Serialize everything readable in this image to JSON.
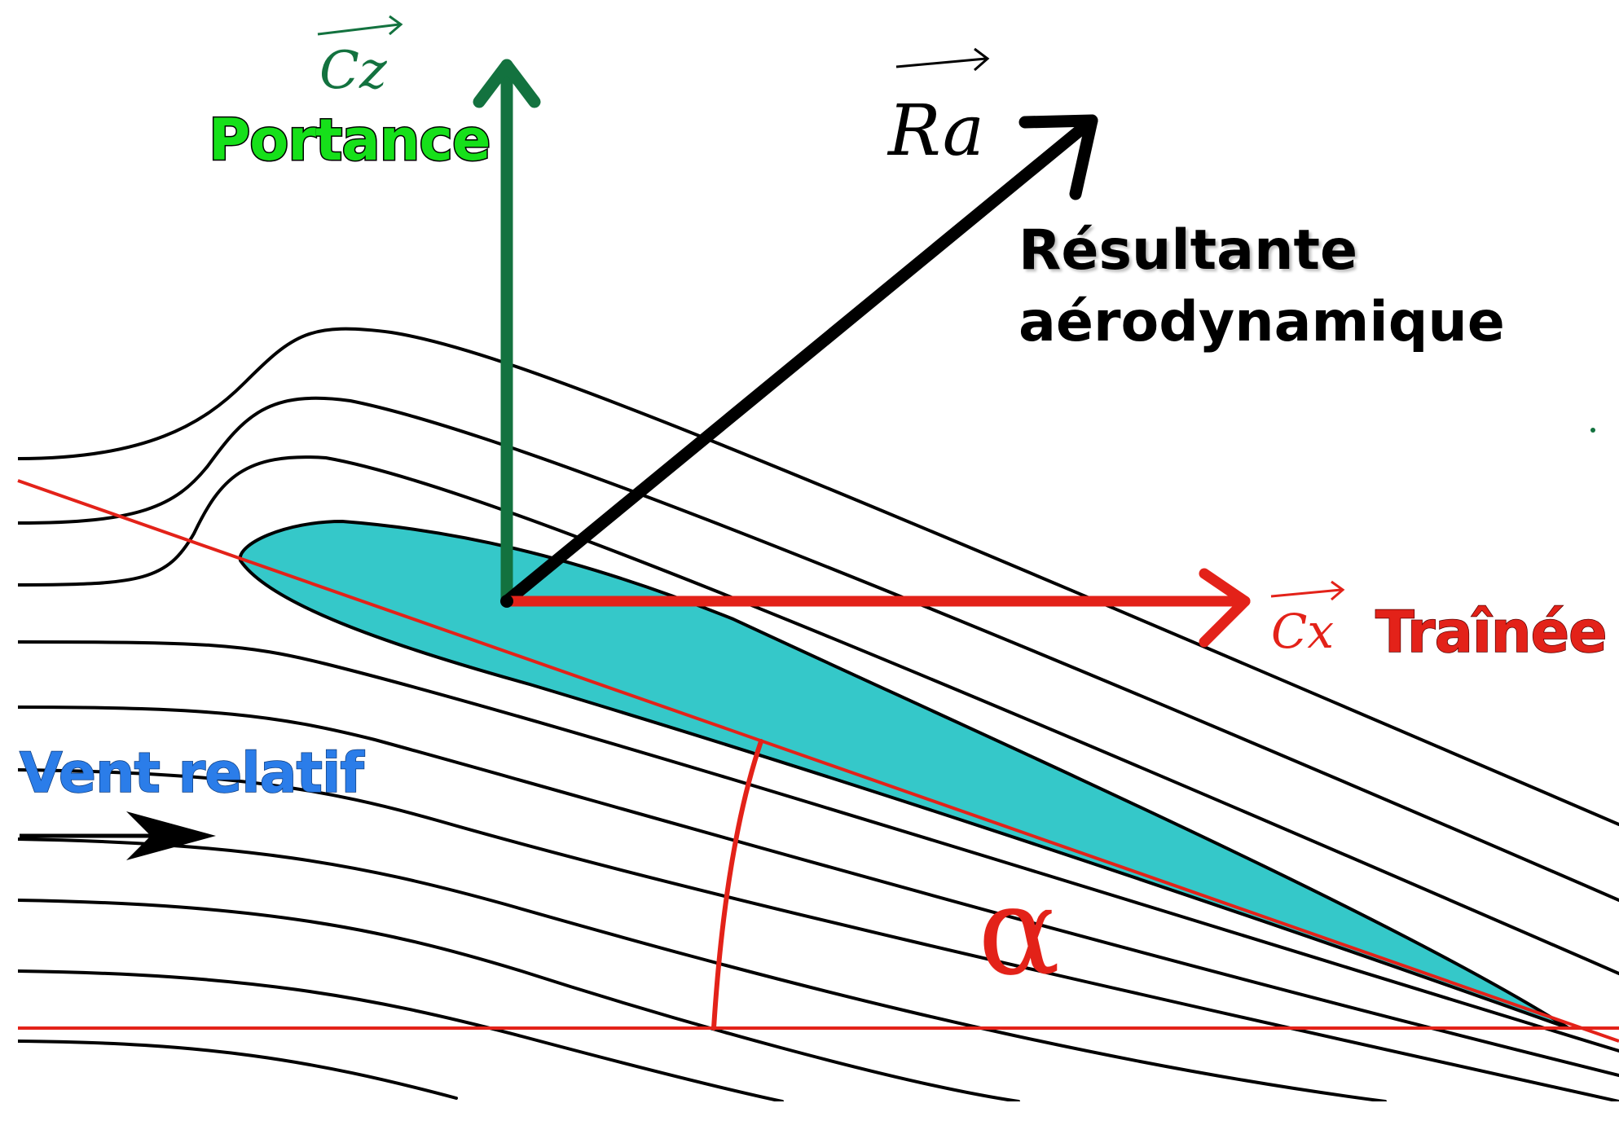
{
  "colors": {
    "airfoil_fill": "#35c8c9",
    "lift": "#13723f",
    "lift_label": "#16e01a",
    "drag": "#e32219",
    "resultant": "#000000",
    "wind_label": "#2b7de9",
    "streamline": "#000000",
    "angle": "#e32219"
  },
  "labels": {
    "lift_vector": "Cz",
    "lift_name": "Portance",
    "resultant_vector": "Ra",
    "resultant_name_line1": "Résultante",
    "resultant_name_line2": "aérodynamique",
    "drag_vector": "Cx",
    "drag_name": "Traînée",
    "wind_name": "Vent relatif",
    "angle_symbol": "α"
  },
  "icons": {
    "wind_arrow": "right-arrow-icon"
  }
}
